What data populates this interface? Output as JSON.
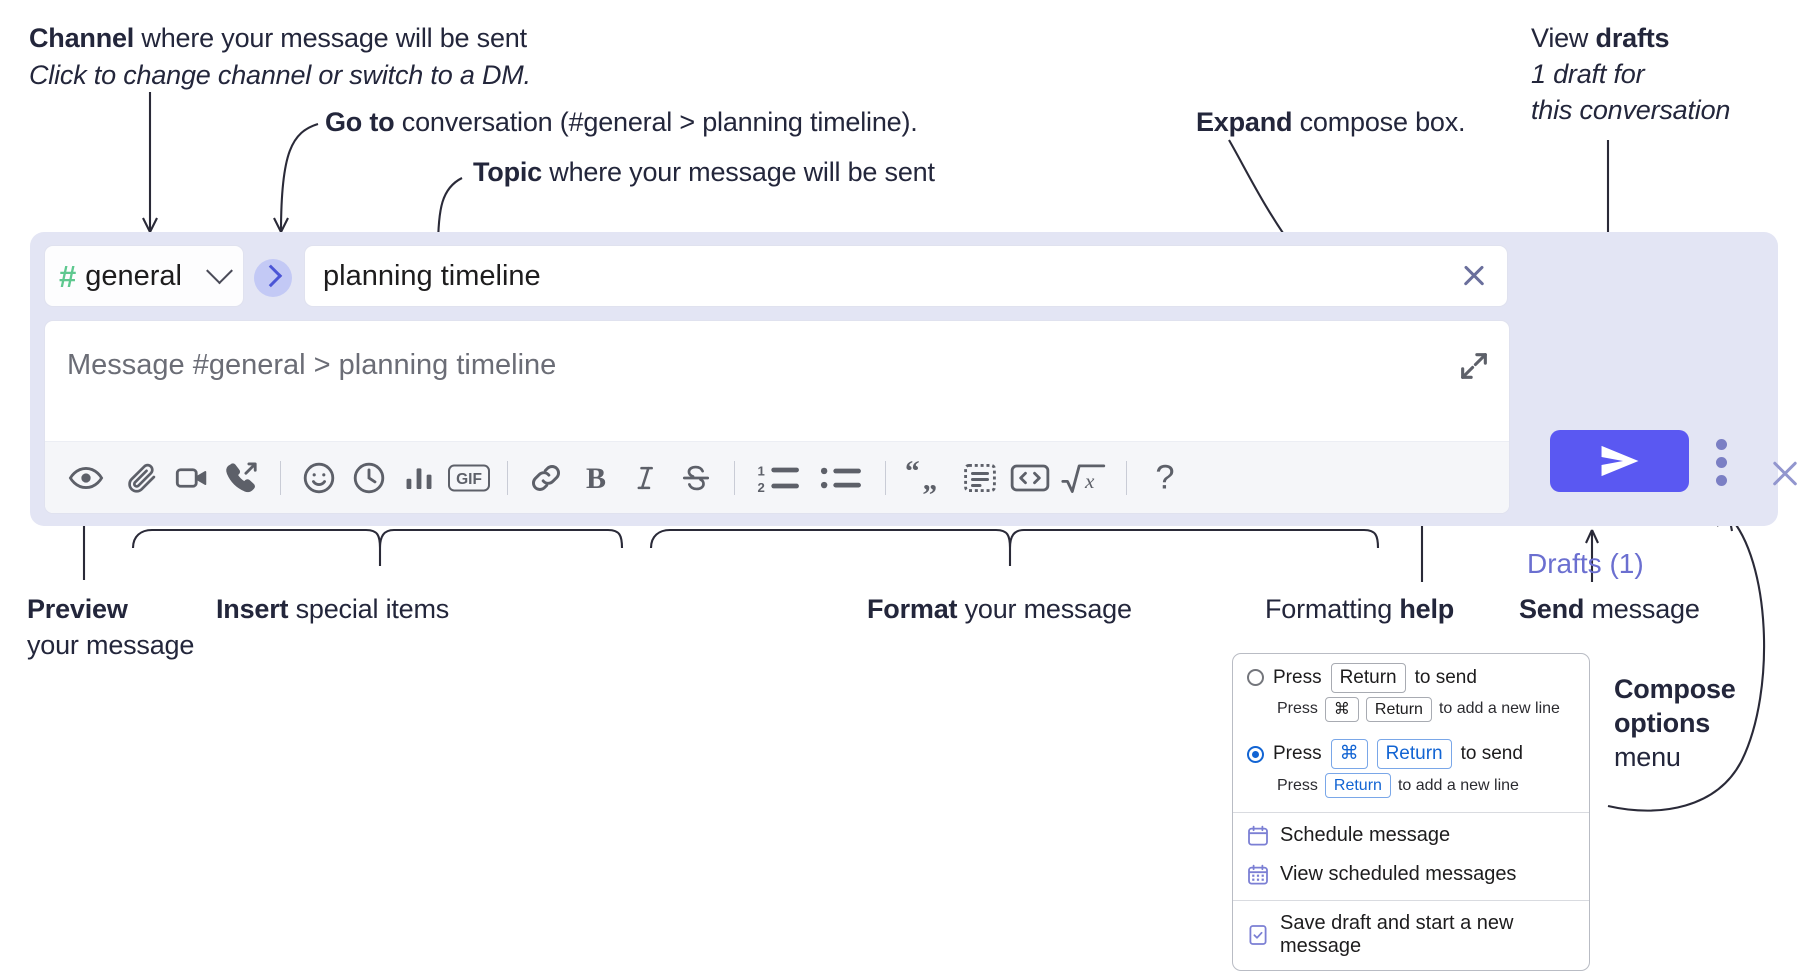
{
  "annotations": {
    "channel": {
      "line1_bold": "Channel",
      "line1_rest": " where your message will be sent",
      "line2_italic": "Click to change channel or switch to a DM."
    },
    "goto": {
      "bold": "Go to",
      "rest": " conversation (#general > planning timeline)."
    },
    "topic": {
      "bold": "Topic",
      "rest": " where your message will be sent"
    },
    "expand": {
      "bold": "Expand",
      "rest": " compose box."
    },
    "drafts": {
      "line1_plain": "View ",
      "line1_bold": "drafts",
      "line2_italic": "1 draft for",
      "line3_italic": "this conversation"
    },
    "preview": {
      "bold": "Preview",
      "rest": "your message"
    },
    "insert": {
      "bold": "Insert",
      "rest": " special items"
    },
    "format": {
      "bold": "Format",
      "rest": " your message"
    },
    "help": {
      "plain": "Formatting ",
      "bold": "help"
    },
    "send": {
      "bold": "Send",
      "rest": " message"
    },
    "compose_options": {
      "bold1": "Compose",
      "bold2": "options",
      "rest": "menu"
    }
  },
  "compose": {
    "channel": {
      "hash": "#",
      "name": "general",
      "chevron_icon": "chevron-down-icon"
    },
    "goto_button": {
      "icon": "chevron-right-icon"
    },
    "topic": {
      "value": "planning timeline",
      "clear_icon": "close-icon"
    },
    "message": {
      "placeholder": "Message #general > planning timeline",
      "value": "",
      "expand_icon": "expand-diagonal-icon"
    },
    "drafts_link": "Drafts (1)",
    "panel_close_icon": "close-icon",
    "send_button": {
      "label": "Send",
      "icon": "paper-plane-icon"
    },
    "kebab": {
      "icon": "more-vertical-icon"
    },
    "toolbar": [
      {
        "name": "preview-button",
        "icon": "eye-icon",
        "group": "preview"
      },
      {
        "name": "attach-file-button",
        "icon": "paperclip-icon",
        "group": "insert"
      },
      {
        "name": "video-clip-button",
        "icon": "video-camera-icon",
        "group": "insert"
      },
      {
        "name": "audio-clip-button",
        "icon": "phone-forward-icon",
        "group": "insert"
      },
      {
        "name": "emoji-button",
        "icon": "smiley-icon",
        "group": "insert"
      },
      {
        "name": "schedule-button",
        "icon": "clock-icon",
        "group": "insert"
      },
      {
        "name": "poll-button",
        "icon": "bar-chart-icon",
        "group": "insert"
      },
      {
        "name": "gif-button",
        "icon": "gif-icon",
        "group": "insert",
        "label": "GIF"
      },
      {
        "name": "link-button",
        "icon": "link-icon",
        "group": "format"
      },
      {
        "name": "bold-button",
        "icon": "bold-icon",
        "group": "format",
        "label": "B"
      },
      {
        "name": "italic-button",
        "icon": "italic-icon",
        "group": "format",
        "label": "I"
      },
      {
        "name": "strikethrough-button",
        "icon": "strikethrough-icon",
        "group": "format",
        "label": "S"
      },
      {
        "name": "ordered-list-button",
        "icon": "ordered-list-icon",
        "group": "format"
      },
      {
        "name": "bulleted-list-button",
        "icon": "bulleted-list-icon",
        "group": "format"
      },
      {
        "name": "blockquote-button",
        "icon": "quote-icon",
        "group": "format"
      },
      {
        "name": "code-button",
        "icon": "code-inline-icon",
        "group": "format"
      },
      {
        "name": "code-block-button",
        "icon": "code-block-icon",
        "group": "format"
      },
      {
        "name": "math-button",
        "icon": "math-sqrt-icon",
        "group": "format",
        "label": "√x"
      },
      {
        "name": "formatting-help-button",
        "icon": "question-mark-icon",
        "group": "help",
        "label": "?"
      }
    ]
  },
  "options_menu": {
    "send_options": [
      {
        "selected": false,
        "main": {
          "pre": "Press ",
          "keys": [
            "Return"
          ],
          "post": " to send"
        },
        "sub": {
          "pre": "Press ",
          "keys": [
            "⌘",
            "Return"
          ],
          "post": " to add a new line"
        }
      },
      {
        "selected": true,
        "main": {
          "pre": "Press ",
          "keys": [
            "⌘",
            "Return"
          ],
          "post": " to send"
        },
        "sub": {
          "pre": "Press ",
          "keys": [
            "Return"
          ],
          "post": " to add a new line"
        }
      }
    ],
    "items": [
      {
        "label": "Schedule message",
        "icon": "calendar-icon"
      },
      {
        "label": "View scheduled messages",
        "icon": "calendar-grid-icon"
      },
      {
        "label": "Save draft and start a new message",
        "icon": "document-check-icon"
      }
    ]
  },
  "colors": {
    "panel_bg": "#e3e5f4",
    "send_button": "#5a58f2",
    "accent_purple": "#6b6fd0",
    "hash_green": "#5ec88f",
    "goto_bg": "#c3c9f5",
    "radio_blue": "#1264d3",
    "text": "#23263b"
  }
}
